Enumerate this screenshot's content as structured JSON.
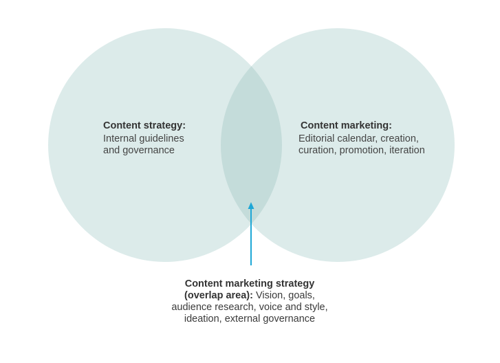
{
  "colors": {
    "circle_fill": "#dcebea",
    "overlap_fill": "#c4dcda",
    "arrow": "#1ea7d6",
    "text": "#3a3a3a"
  },
  "left_circle": {
    "title": "Content strategy:",
    "lines": [
      "Internal guidelines",
      "and governance"
    ]
  },
  "right_circle": {
    "title": "Content marketing:",
    "lines": [
      "Editorial calendar, creation,",
      "curation,  promotion, iteration"
    ]
  },
  "overlap": {
    "title_line1": "Content marketing strategy",
    "title_line2": "(overlap area):",
    "line2_rest": " Vision, goals,",
    "line3": "audience research, voice and style,",
    "line4": "ideation, external governance"
  }
}
